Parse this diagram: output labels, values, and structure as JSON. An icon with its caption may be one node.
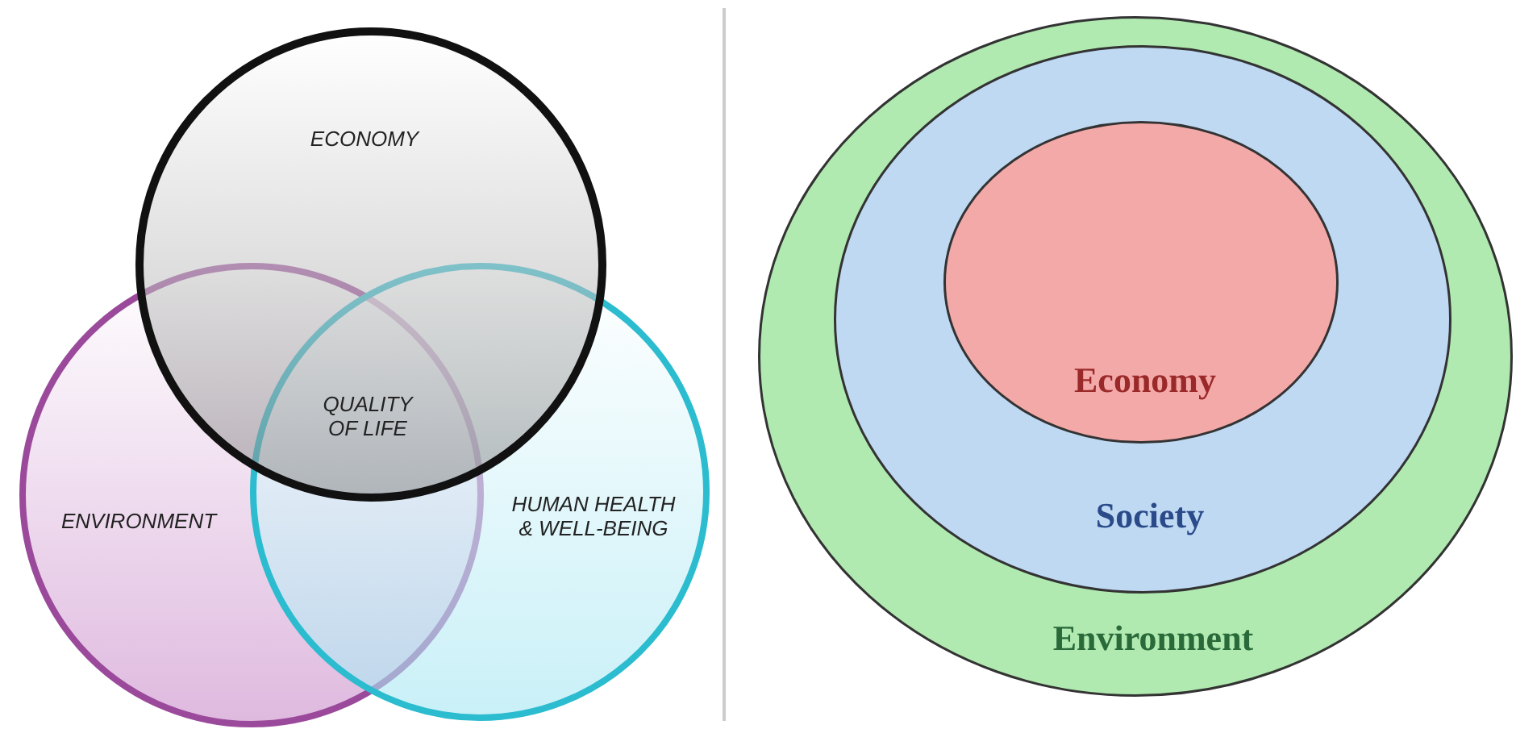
{
  "diagram": {
    "nodes": [
      {
        "text": [
          "ECONOMY"
        ]
      },
      {
        "text": [
          "ENVIRONMENT"
        ]
      },
      {
        "text": [
          "HUMAN HEALTH & WELL-BEING"
        ]
      },
      {
        "text": [
          "Environment"
        ]
      },
      {
        "text": [
          "Society"
        ],
        "in": 3
      },
      {
        "text": [
          "Economy"
        ],
        "in": 4
      }
    ],
    "edges": [],
    "labels": [
      "QUALITY OF LIFE"
    ]
  }
}
